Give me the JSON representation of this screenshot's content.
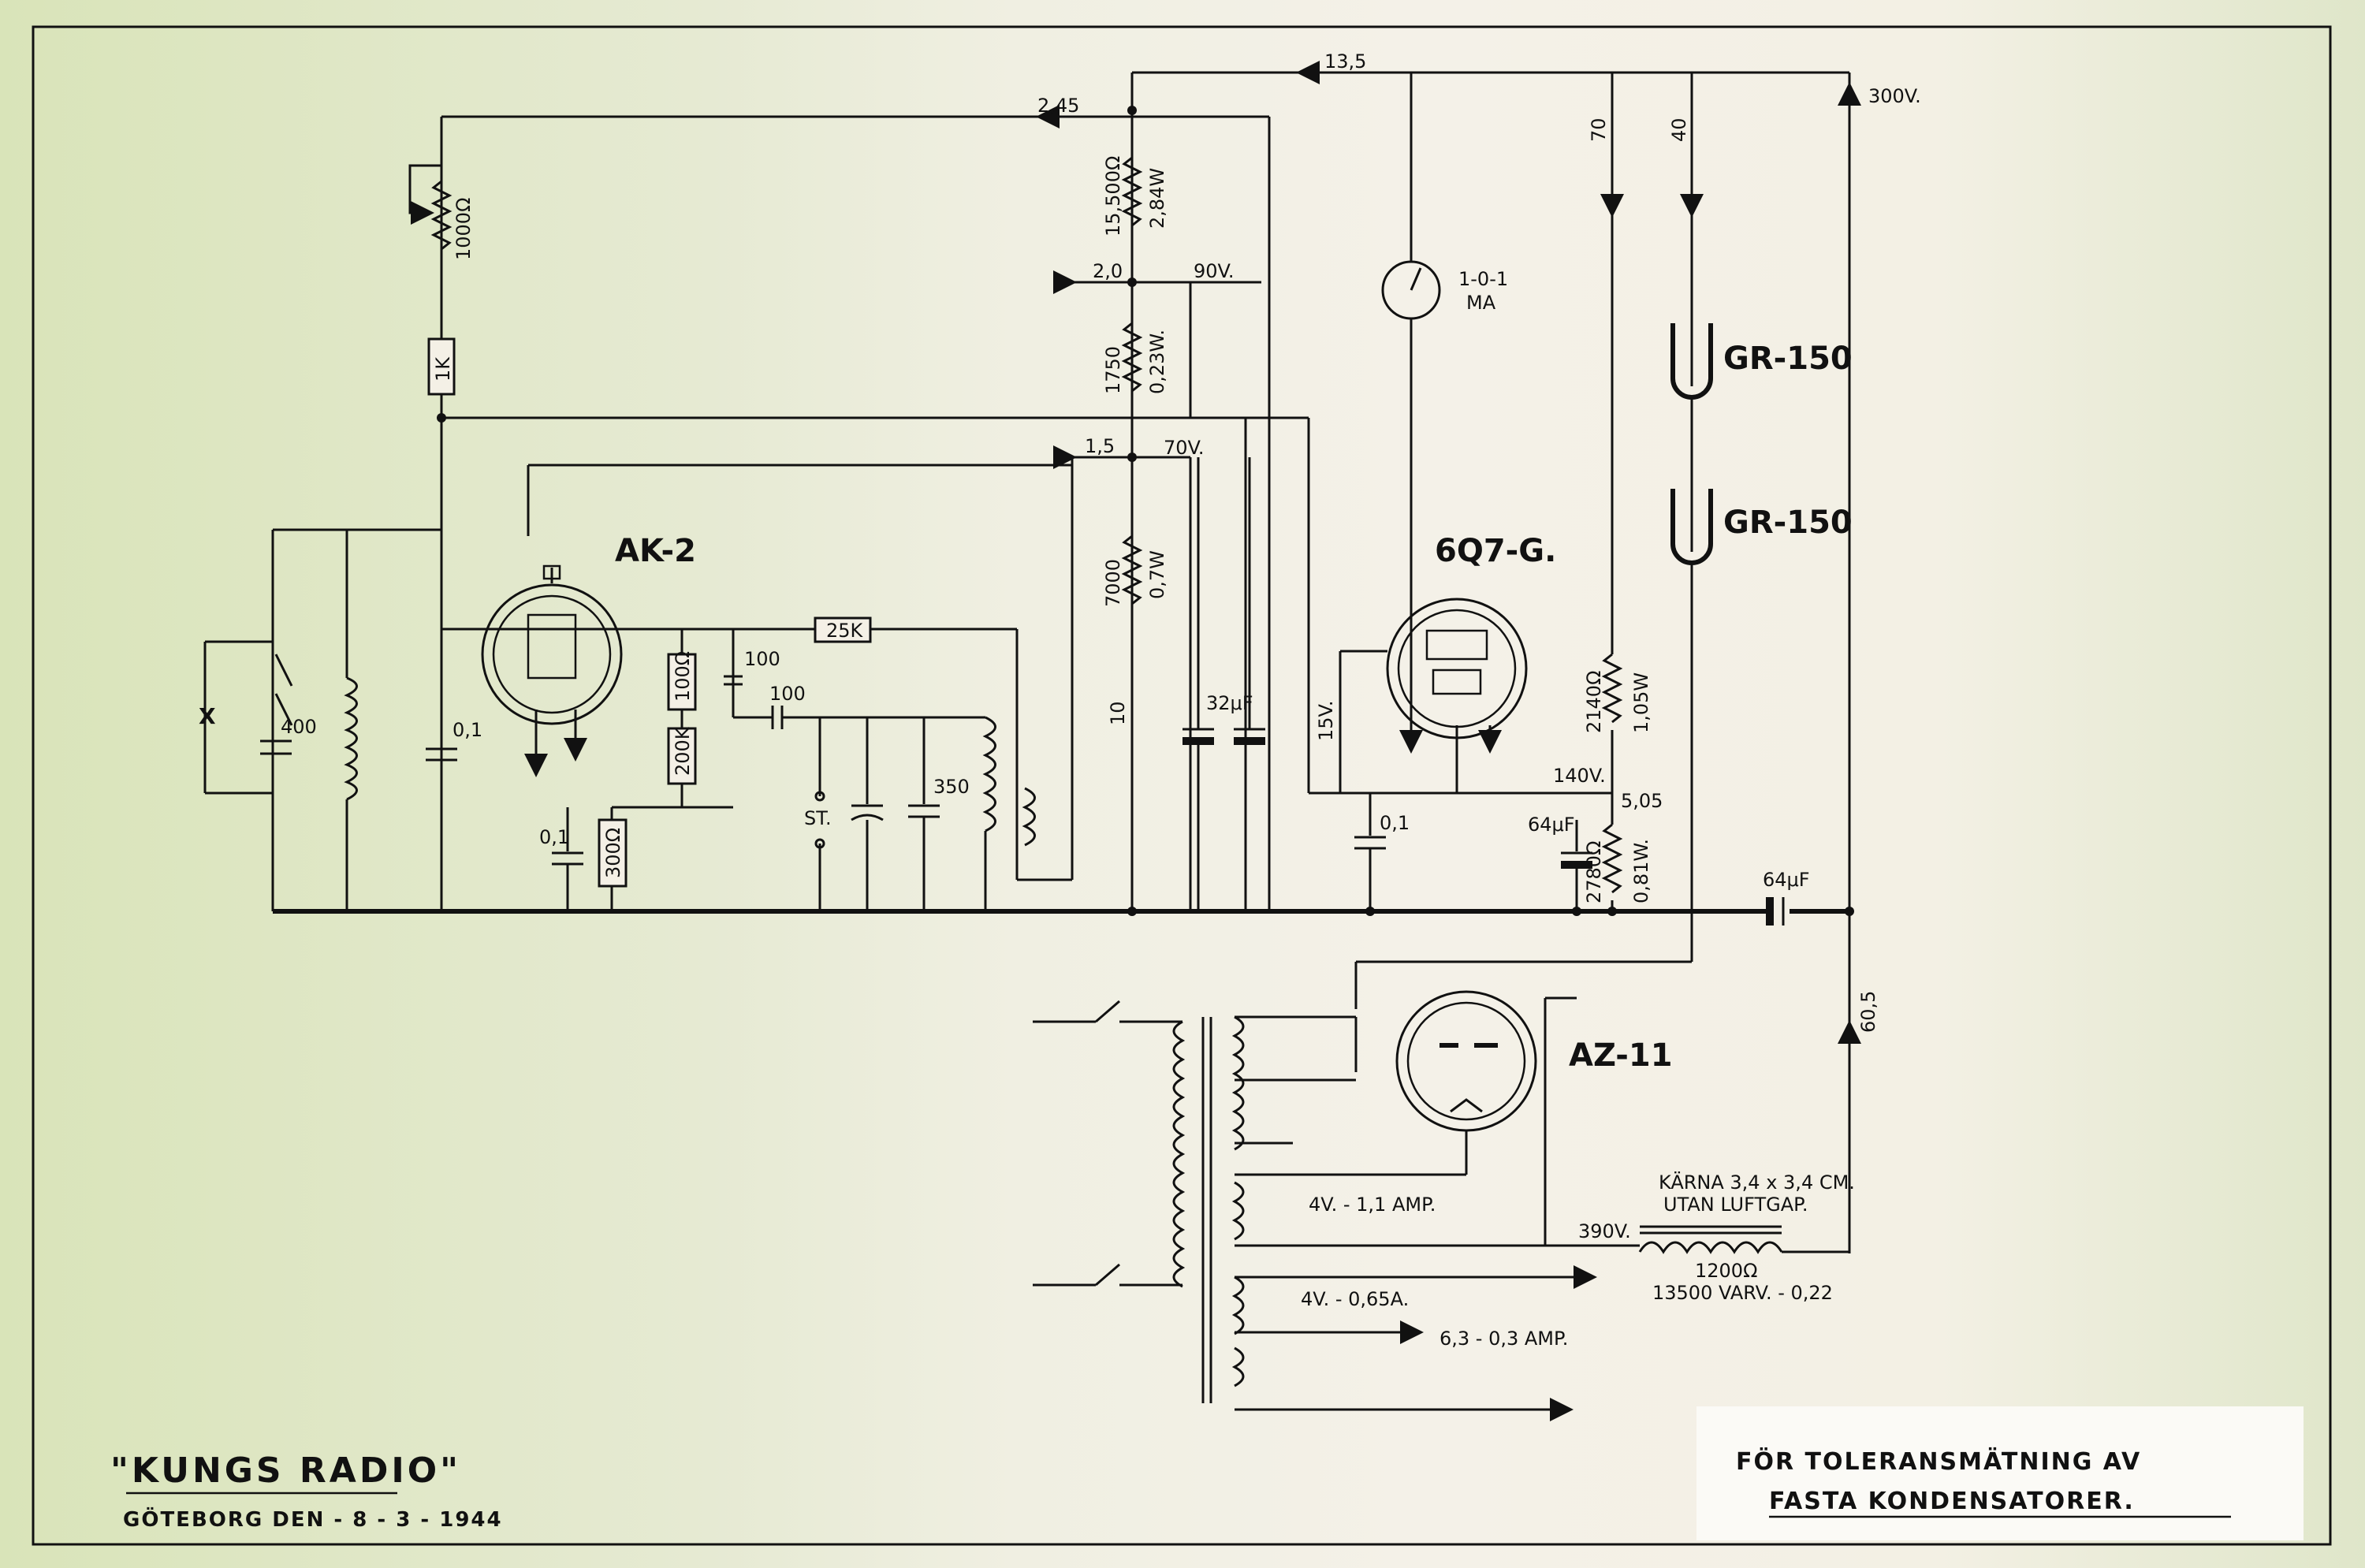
{
  "tubes": {
    "ak2": "AK-2",
    "q6g7": "6Q7-G.",
    "az11": "AZ-11",
    "gr1": "GR-150",
    "gr2": "GR-150"
  },
  "meter": {
    "line1": "1-0-1",
    "line2": "MA"
  },
  "voltages": {
    "v300": "300V.",
    "v90": "90V.",
    "v70": "70V.",
    "v15": "15V.",
    "v140": "140V.",
    "v390": "390V."
  },
  "currents": {
    "c135": "13,5",
    "c245": "2,45",
    "c20": "2,0",
    "c15": "1,5",
    "c70": "70",
    "c40": "40",
    "c10": "10",
    "c505": "5,05",
    "c605": "60,5"
  },
  "components": {
    "r15500": "15,500Ω",
    "p284": "2,84W",
    "r1750": "1750",
    "p023": "0,23W.",
    "r7000": "7000",
    "p07": "0,7W",
    "r2140": "2140Ω",
    "p105": "1,05W",
    "r2780": "2780Ω",
    "p081": "0,81W.",
    "pot1000": "1000Ω",
    "r1k": "1K",
    "r25k": "25K",
    "r100": "100Ω",
    "r200k": "200K",
    "r300": "300Ω",
    "c100a": "100",
    "c100b": "100",
    "c400": "400",
    "c01a": "0,1",
    "c01b": "0,1",
    "c01c": "0,1",
    "c350": "350",
    "c32": "32μF",
    "c64a": "64μF",
    "c64b": "64μF",
    "x": "X",
    "st": "ST."
  },
  "transformer": {
    "w1": "4V. - 1,1 AMP.",
    "w2": "4V. - 0,65A.",
    "w3": "6,3 - 0,3 AMP."
  },
  "choke": {
    "core": "KÄRNA 3,4 x 3,4 CM.",
    "gap": "UTAN LUFTGAP.",
    "ohm": "1200Ω",
    "turns": "13500 VARV. - 0,22"
  },
  "footer": {
    "brand": "\"KUNGS RADIO\"",
    "place": "GÖTEBORG DEN - 8 - 3 - 1944",
    "note1": "FÖR TOLERANSMÄTNING AV",
    "note2": "FASTA KONDENSATORER."
  }
}
